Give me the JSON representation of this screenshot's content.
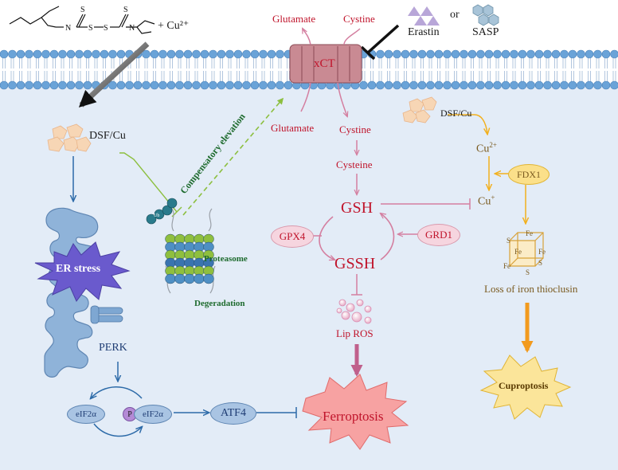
{
  "chemical": {
    "cu_label": "+ Cu²⁺"
  },
  "inhibitors": {
    "erastin": "Erastin",
    "or": "or",
    "sasp": "SASP"
  },
  "transporter": {
    "name": "xCT",
    "out_glutamate": "Glutamate",
    "out_cystine": "Cystine",
    "in_glutamate": "Glutamate",
    "in_cystine": "Cystine"
  },
  "gsh_pathway": {
    "cysteine": "Cysteine",
    "gsh": "GSH",
    "gssh": "GSSH",
    "gpx4": "GPX4",
    "grd1": "GRD1",
    "lip_ros": "Lip ROS",
    "ferroptosis": "Ferroptosis"
  },
  "left_pathway": {
    "dsf_cu": "DSF/Cu",
    "compensatory": "Compensatory elevation",
    "ub": "Ub",
    "proteasome": "Proteasome",
    "degradation": "Degeradation",
    "er_stress": "ER stress",
    "perk": "PERK",
    "eif2a": "eIF2α",
    "p": "P",
    "eif2a_p": "eIF2α",
    "atf4": "ATF4"
  },
  "right_pathway": {
    "dsf_cu": "DSF/Cu",
    "cu2": "Cu",
    "cu2_sup": "2+",
    "cu1": "Cu",
    "cu1_sup": "+",
    "fdx1": "FDX1",
    "fe": "Fe",
    "s": "S",
    "loss": "Loss of iron thioclusin",
    "cuproptosis": "Cuproptosis"
  },
  "colors": {
    "membrane_head": "#6aa3d8",
    "cytoplasm": "#e3ecf7",
    "xct": "#c98a93",
    "gsh_arrow": "#d47fa0",
    "cu_arrow": "#f2b01e",
    "blue_arrow": "#2c6aa8",
    "green_line": "#8cbf3f"
  }
}
